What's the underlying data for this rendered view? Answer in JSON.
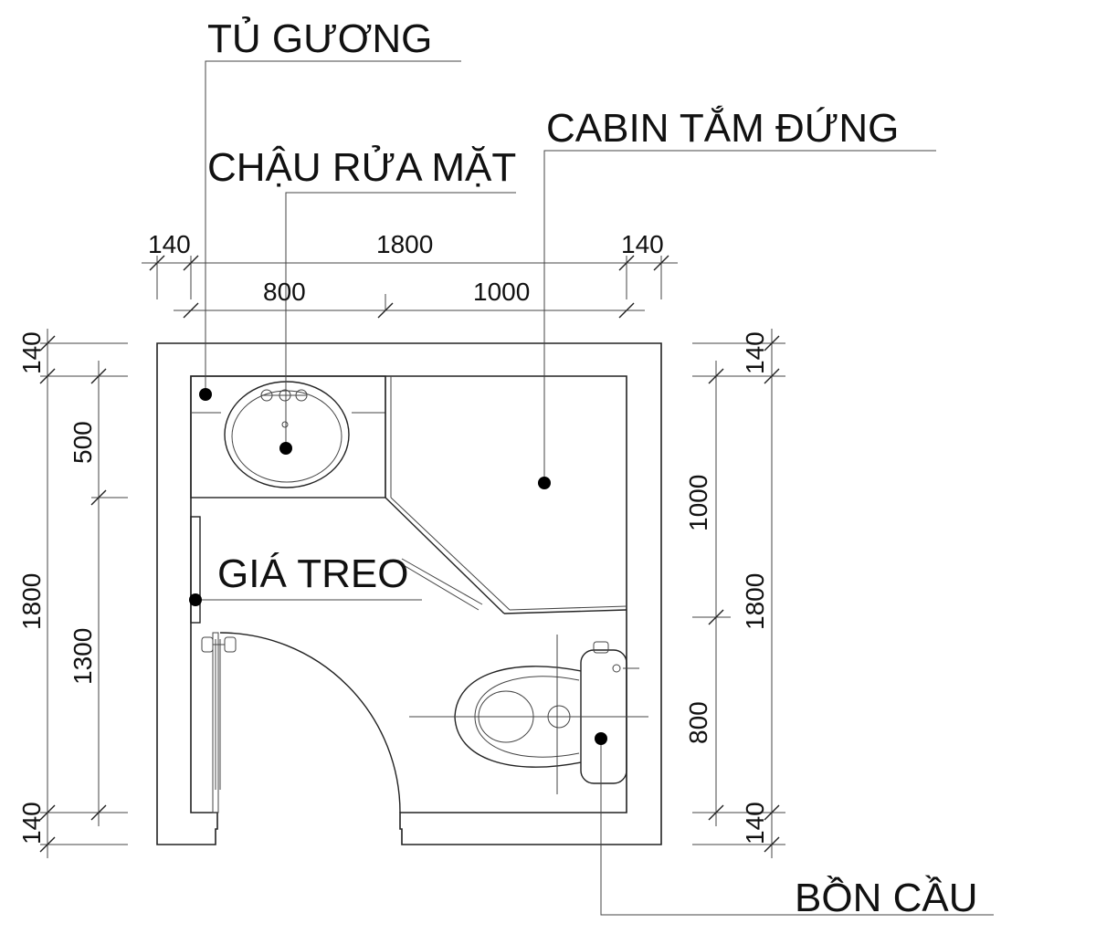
{
  "labels": {
    "tu_guong": "TỦ GƯƠNG",
    "chau_rua_mat": "CHẬU RỬA MẶT",
    "cabin_tam_dung": "CABIN TẮM ĐỨNG",
    "gia_treo": "GIÁ TREO",
    "bon_cau": "BỒN CẦU"
  },
  "dimensions": {
    "top_outer": [
      "140",
      "1800",
      "140"
    ],
    "top_inner": [
      "800",
      "1000"
    ],
    "left_outer": [
      "140",
      "1800",
      "140"
    ],
    "left_inner": [
      "500",
      "1300"
    ],
    "right_inner": [
      "1000",
      "800"
    ],
    "right_outer": [
      "140",
      "1800",
      "140"
    ]
  }
}
